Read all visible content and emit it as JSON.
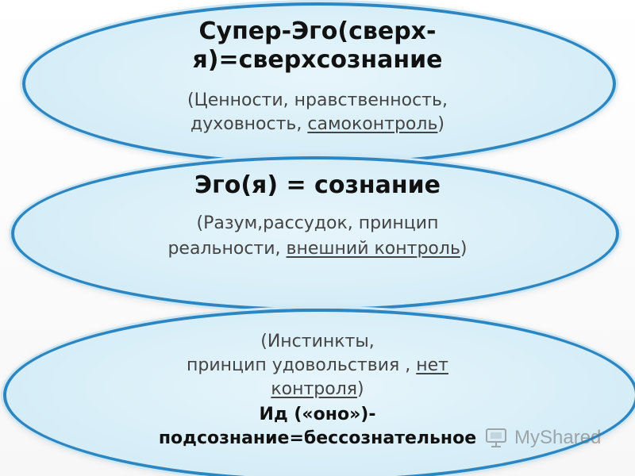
{
  "ellipse_top": {
    "title_line1": "Супер-Эго(сверх-",
    "title_line2": "я)=сверхсознание",
    "subtitle_line1": "(Ценности, нравственность,",
    "subtitle_line2_prefix": "духовность, ",
    "subtitle_line2_underlined": "самоконтроль",
    "subtitle_line2_suffix": ")"
  },
  "ellipse_middle": {
    "title": "Эго(я) = сознание",
    "subtitle_line1": "(Разум,рассудок, принцип",
    "subtitle_line2_prefix": "реальности, ",
    "subtitle_line2_underlined": "внешний контроль",
    "subtitle_line2_suffix": ")"
  },
  "ellipse_bottom": {
    "subtitle_line1": "(Инстинкты,",
    "subtitle_line2_prefix": "принцип удовольствия ,   ",
    "subtitle_line2_underlined": "нет",
    "subtitle_line3_underlined": "контроля",
    "subtitle_line3_suffix": ")",
    "title_line1": "Ид («оно»)-",
    "title_line2": "подсознание=бессознательное"
  },
  "watermark": {
    "text": "MyShared",
    "icon": "presentation-icon"
  },
  "colors": {
    "ellipse_border": "#2e86c1",
    "ellipse_fill": "#d5edf7",
    "text_primary": "#111111",
    "text_muted": "#444444"
  }
}
